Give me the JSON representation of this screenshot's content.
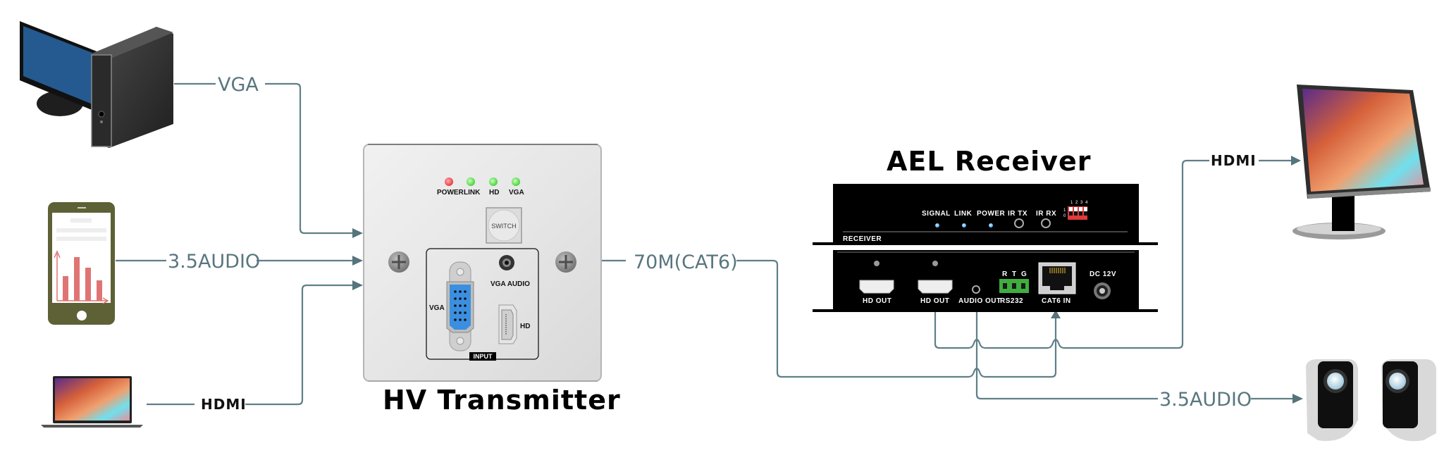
{
  "diagram": {
    "colors": {
      "wire": "#5f7f88",
      "wire_label": "#58767f",
      "led_red": "#e8393f",
      "led_green": "#57e04a",
      "led_blue": "#3fa8f0",
      "vga_port": "#3b8fe0",
      "dip_switch": "#e03a3a",
      "terminal": "#3fae3f",
      "phone_body": "#5d6135",
      "phone_chart": "#e07474"
    },
    "sources": [
      {
        "id": "desktop-pc",
        "icon": "desktop-computer-icon",
        "cable": "VGA"
      },
      {
        "id": "smartphone",
        "icon": "smartphone-chart-icon",
        "cable": "3.5AUDIO"
      },
      {
        "id": "laptop",
        "icon": "laptop-icon",
        "cable": "HDMI"
      }
    ],
    "transmitter": {
      "title": "HV Transmitter",
      "leds": [
        {
          "label": "POWER",
          "color": "red"
        },
        {
          "label": "LINK",
          "color": "green"
        },
        {
          "label": "HD",
          "color": "green"
        },
        {
          "label": "VGA",
          "color": "green"
        }
      ],
      "switch_label": "SWITCH",
      "ports": {
        "vga": "VGA",
        "vga_audio": "VGA AUDIO",
        "hd": "HD"
      },
      "input_badge": "INPUT"
    },
    "link": {
      "cable": "70M(CAT6)"
    },
    "receiver": {
      "title": "AEL Receiver",
      "front": {
        "indicators": [
          "SIGNAL",
          "LINK",
          "POWER",
          "IR TX",
          "IR RX"
        ],
        "dip_numbers": [
          "1",
          "2",
          "3",
          "4"
        ],
        "dip_side": [
          "1",
          "0"
        ],
        "panel_label": "RECEIVER"
      },
      "rear": {
        "ports": [
          "HD OUT",
          "HD OUT",
          "AUDIO OUT",
          "RS232",
          "CAT6 IN",
          "DC 12V"
        ],
        "rs232_pins": [
          "R",
          "T",
          "G"
        ]
      }
    },
    "outputs": [
      {
        "id": "monitor",
        "icon": "lcd-monitor-icon",
        "cable": "HDMI"
      },
      {
        "id": "speakers",
        "icon": "speakers-icon",
        "cable": "3.5AUDIO"
      }
    ]
  }
}
